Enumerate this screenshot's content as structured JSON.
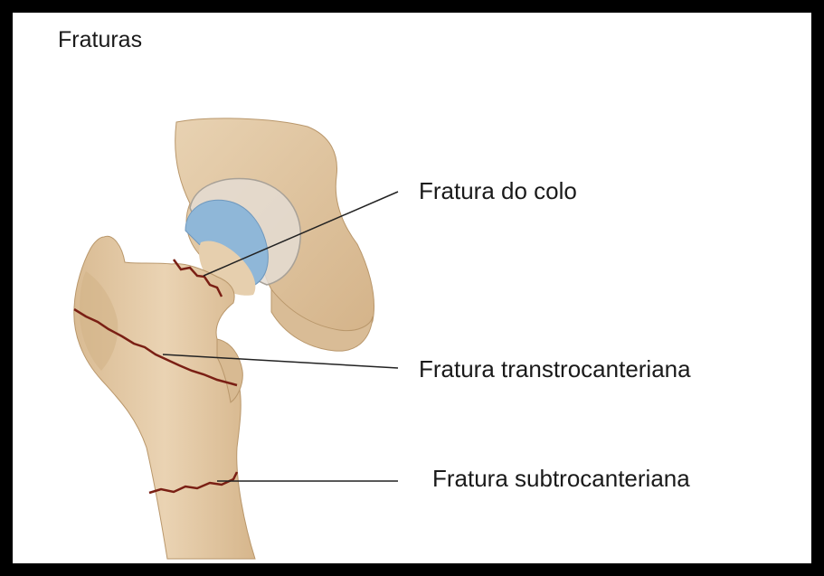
{
  "title": "Fraturas",
  "labels": {
    "neck": "Fratura do colo",
    "transtrochanteric": "Fratura transtrocanteriana",
    "subtrochanteric": "Fratura subtrocanteriana"
  },
  "colors": {
    "bone": "#e3c9a6",
    "bone_shadow": "#c9a87e",
    "cartilage": "#8fb7d8",
    "fracture": "#7a1f14"
  }
}
